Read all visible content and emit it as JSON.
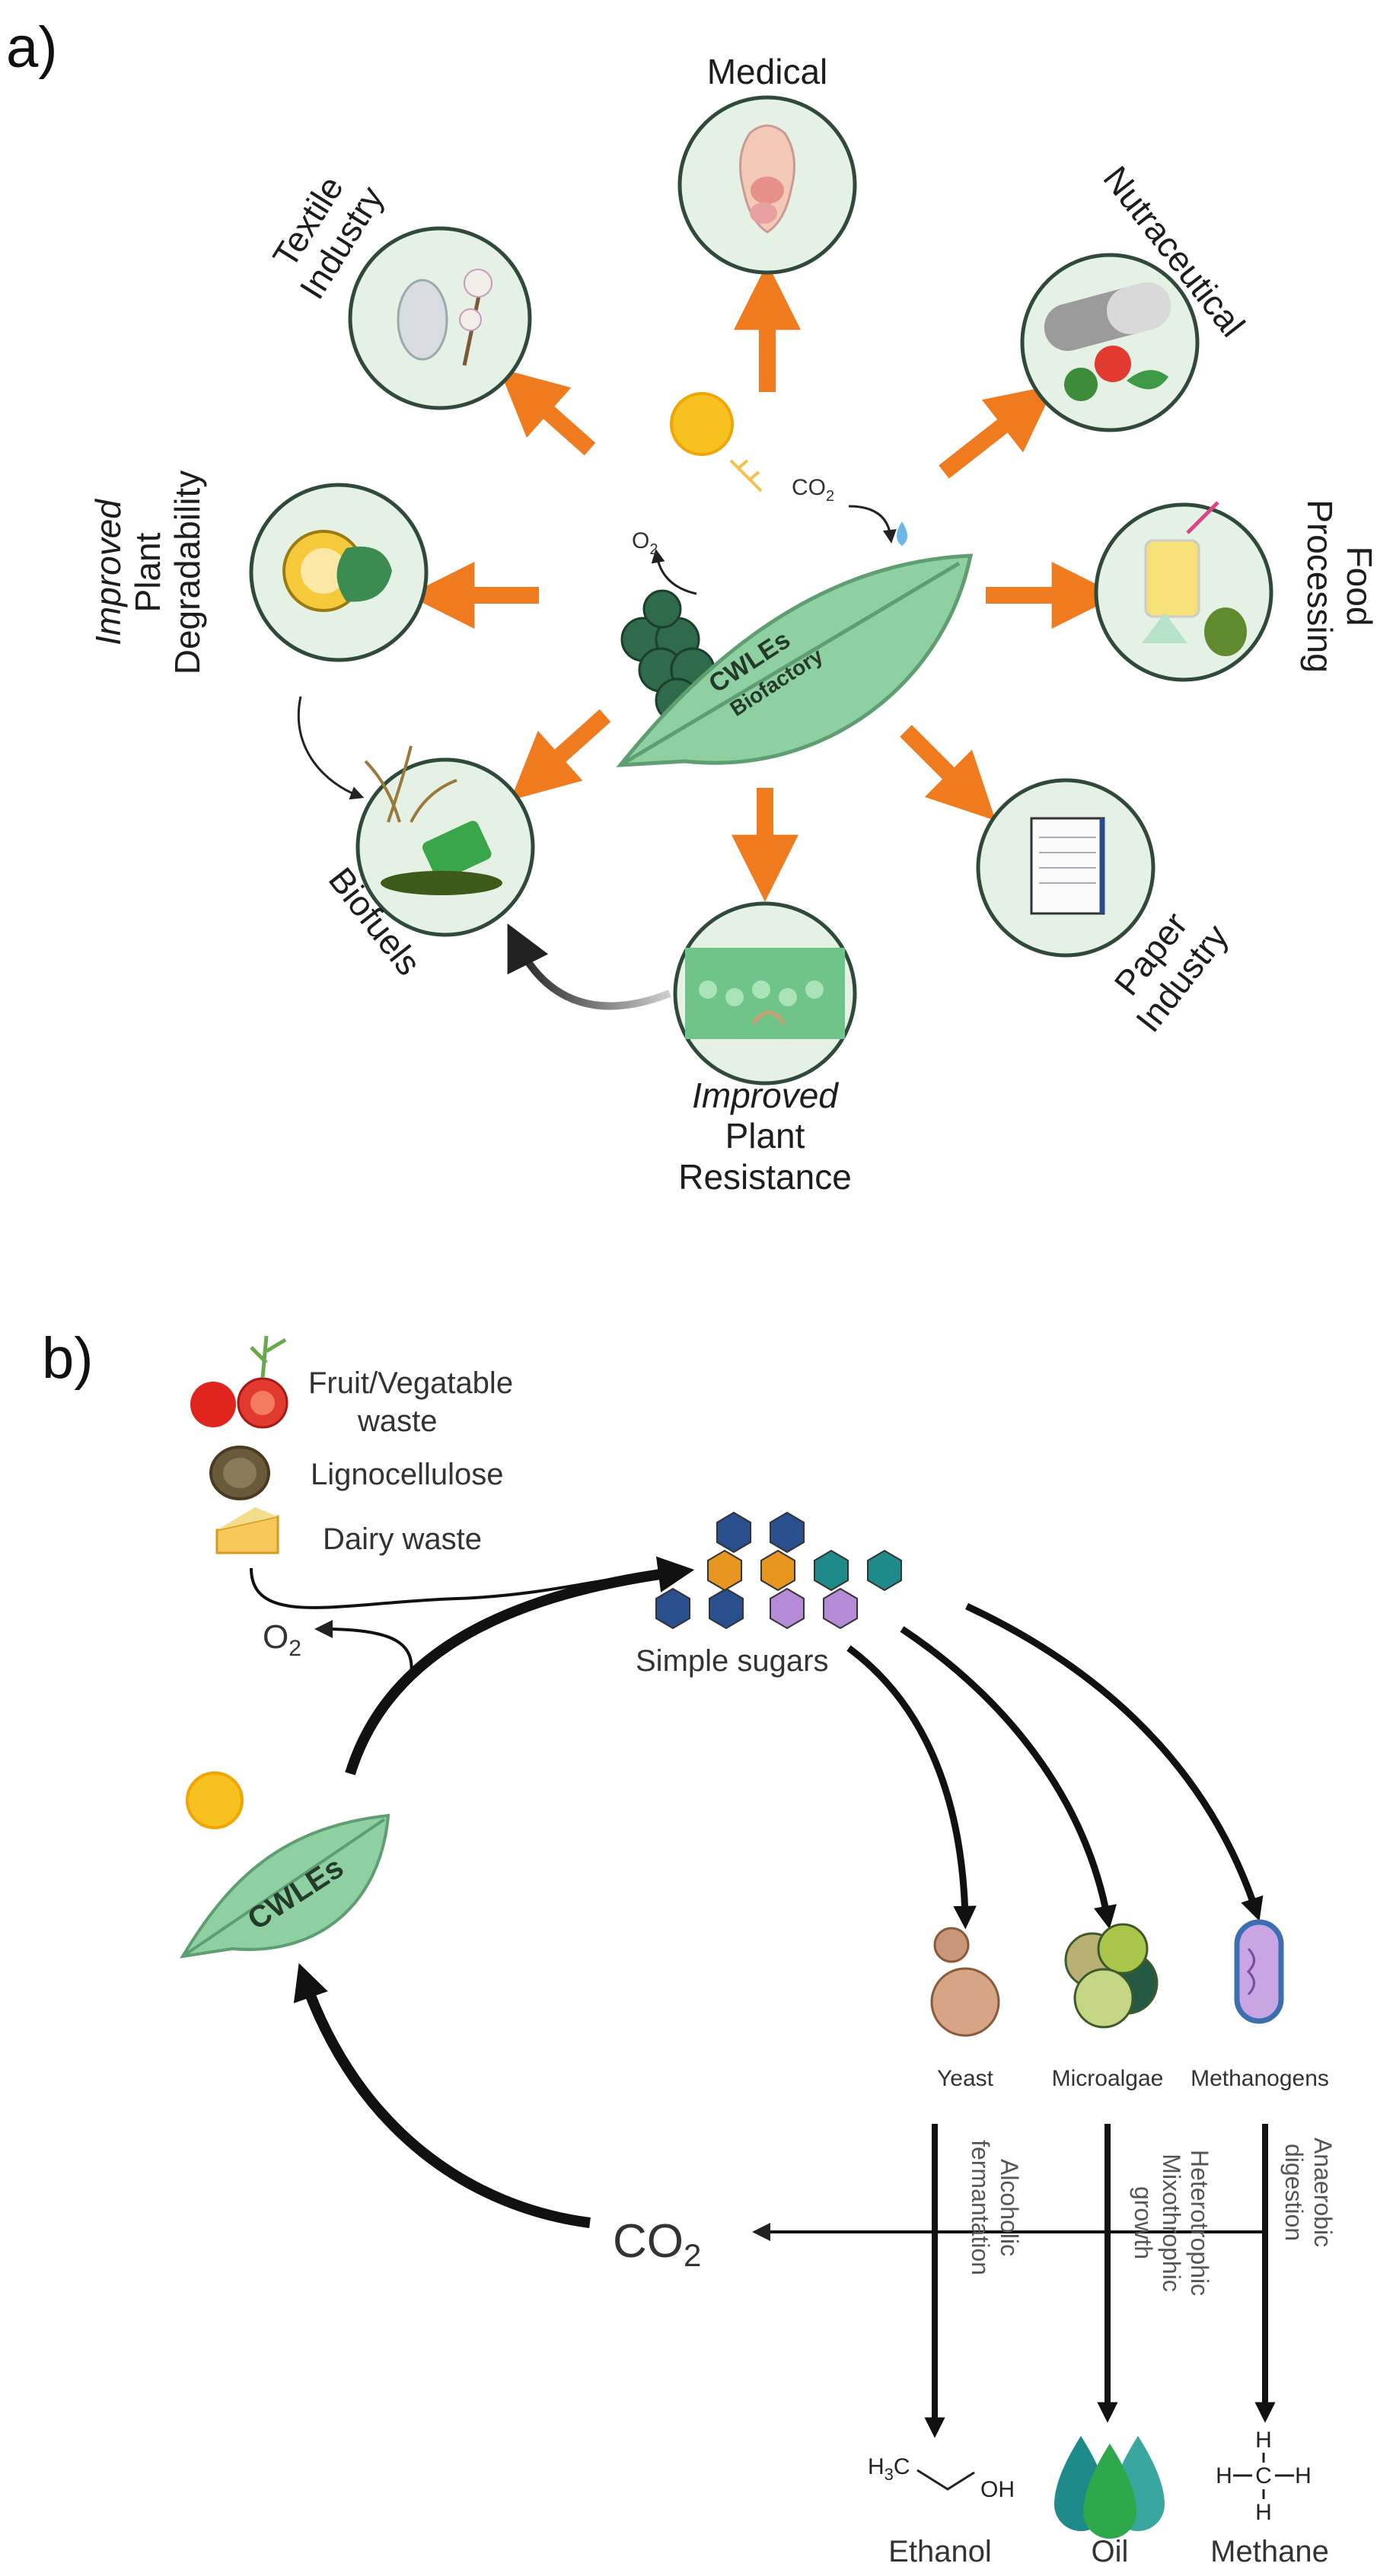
{
  "panel_a": {
    "label": "a)",
    "center": {
      "line1": "CWLEs",
      "line2": "Biofactory",
      "co2": "CO",
      "co2_sub": "2",
      "o2": "O",
      "o2_sub": "2"
    },
    "nodes": {
      "medical": {
        "line1": "Medical"
      },
      "textile": {
        "line1": "Textile",
        "line2": "Industry"
      },
      "nutraceutical": {
        "line1": "Nutraceutical"
      },
      "degradability": {
        "line1": "Improved",
        "line2": "Plant",
        "line3": "Degradability"
      },
      "food": {
        "line1": "Food",
        "line2": "Processing"
      },
      "biofuels": {
        "line1": "Biofuels"
      },
      "paper": {
        "line1": "Paper",
        "line2": "Industry"
      },
      "resistance": {
        "line1": "Improved",
        "line2": "Plant",
        "line3": "Resistance"
      }
    }
  },
  "panel_b": {
    "label": "b)",
    "waste": {
      "fruit_line1": "Fruit/Vegatable",
      "fruit_line2": "waste",
      "ligno": "Lignocellulose",
      "dairy": "Dairy waste"
    },
    "leaf_label": "CWLEs",
    "o2": "O",
    "o2_sub": "2",
    "sugars": "Simple sugars",
    "organisms": {
      "yeast": "Yeast",
      "microalgae": "Microalgae",
      "methanogens": "Methanogens"
    },
    "co2": "CO",
    "co2_sub": "2",
    "processes": {
      "yeast_line1": "Alcoholic",
      "yeast_line2": "fermantation",
      "algae_line1": "Heterotrophic",
      "algae_line2": "Mixothrophic",
      "algae_line3": "growth",
      "meth_line1": "Anaerobic",
      "meth_line2": "digestion"
    },
    "products": {
      "ethanol": "Ethanol",
      "oil": "Oil",
      "methane": "Methane",
      "ethanol_h3c": "H",
      "ethanol_h3c_sub": "3",
      "ethanol_c": "C",
      "ethanol_oh": "OH",
      "methane_h": "H",
      "methane_c": "C"
    }
  },
  "colors": {
    "arrow_orange": "#f07a1e",
    "leaf_green": "#8fd0a2",
    "circle_fill": "#e4f1e4",
    "circle_stroke": "#2f4a3a"
  }
}
